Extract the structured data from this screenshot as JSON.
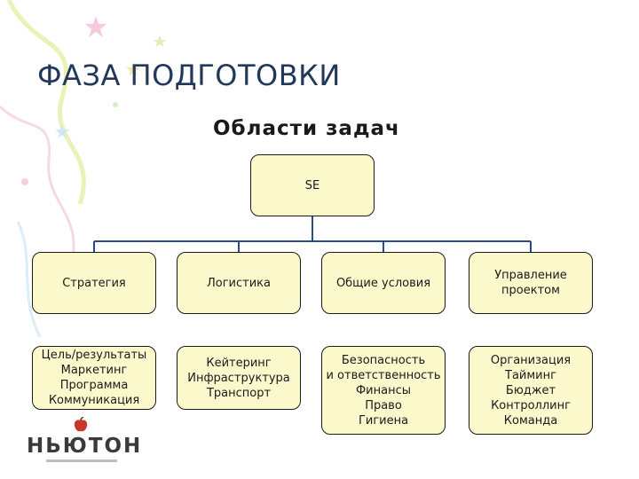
{
  "slide": {
    "title": "ФАЗА ПОДГОТОВКИ",
    "subtitle": "Области задач"
  },
  "org_chart": {
    "root": "SE",
    "columns": [
      {
        "head": "Стратегия",
        "items": "Цель/результаты\nМаркетинг\nПрограмма\nКоммуникация"
      },
      {
        "head": "Логистика",
        "items": "Кейтеринг\nИнфраструктура\nТранспорт"
      },
      {
        "head": "Общие условия",
        "items": "Безопасность\nи ответственность\nФинансы\nПраво\nГигиена"
      },
      {
        "head": "Управление\nпроектом",
        "items": "Организация\nТайминг\nБюджет\nКонтроллинг\nКоманда"
      }
    ]
  },
  "logo": {
    "text": "НЬЮТОН",
    "colors": {
      "apple": "#c8352b",
      "text": "#3a3a3a"
    }
  },
  "colors": {
    "box_fill": "#fbf8cc",
    "box_border": "#1a1a1a",
    "connector": "#2a4a8a",
    "title": "#22385a"
  }
}
